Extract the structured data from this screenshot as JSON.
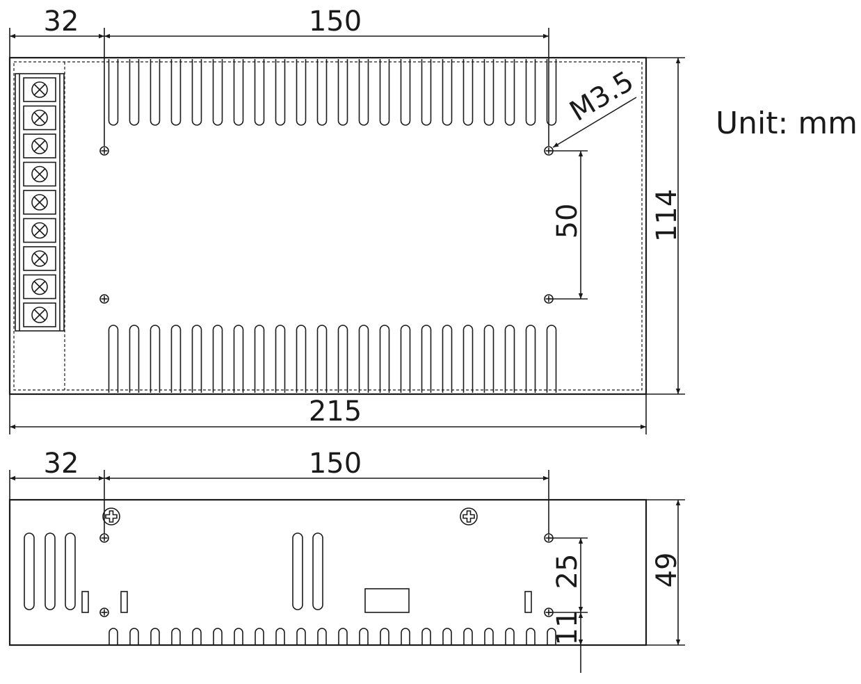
{
  "unit_label": "Unit: mm",
  "top_view": {
    "dim_left_offset": "32",
    "dim_hole_span": "150",
    "dim_overall_length": "215",
    "dim_overall_width": "114",
    "dim_hole_vertical": "50",
    "screw_label": "M3.5",
    "terminal_count": 9
  },
  "side_view": {
    "dim_left_offset": "32",
    "dim_hole_span": "150",
    "dim_height": "49",
    "dim_hole_vertical": "25",
    "dim_bottom_offset": "11"
  }
}
